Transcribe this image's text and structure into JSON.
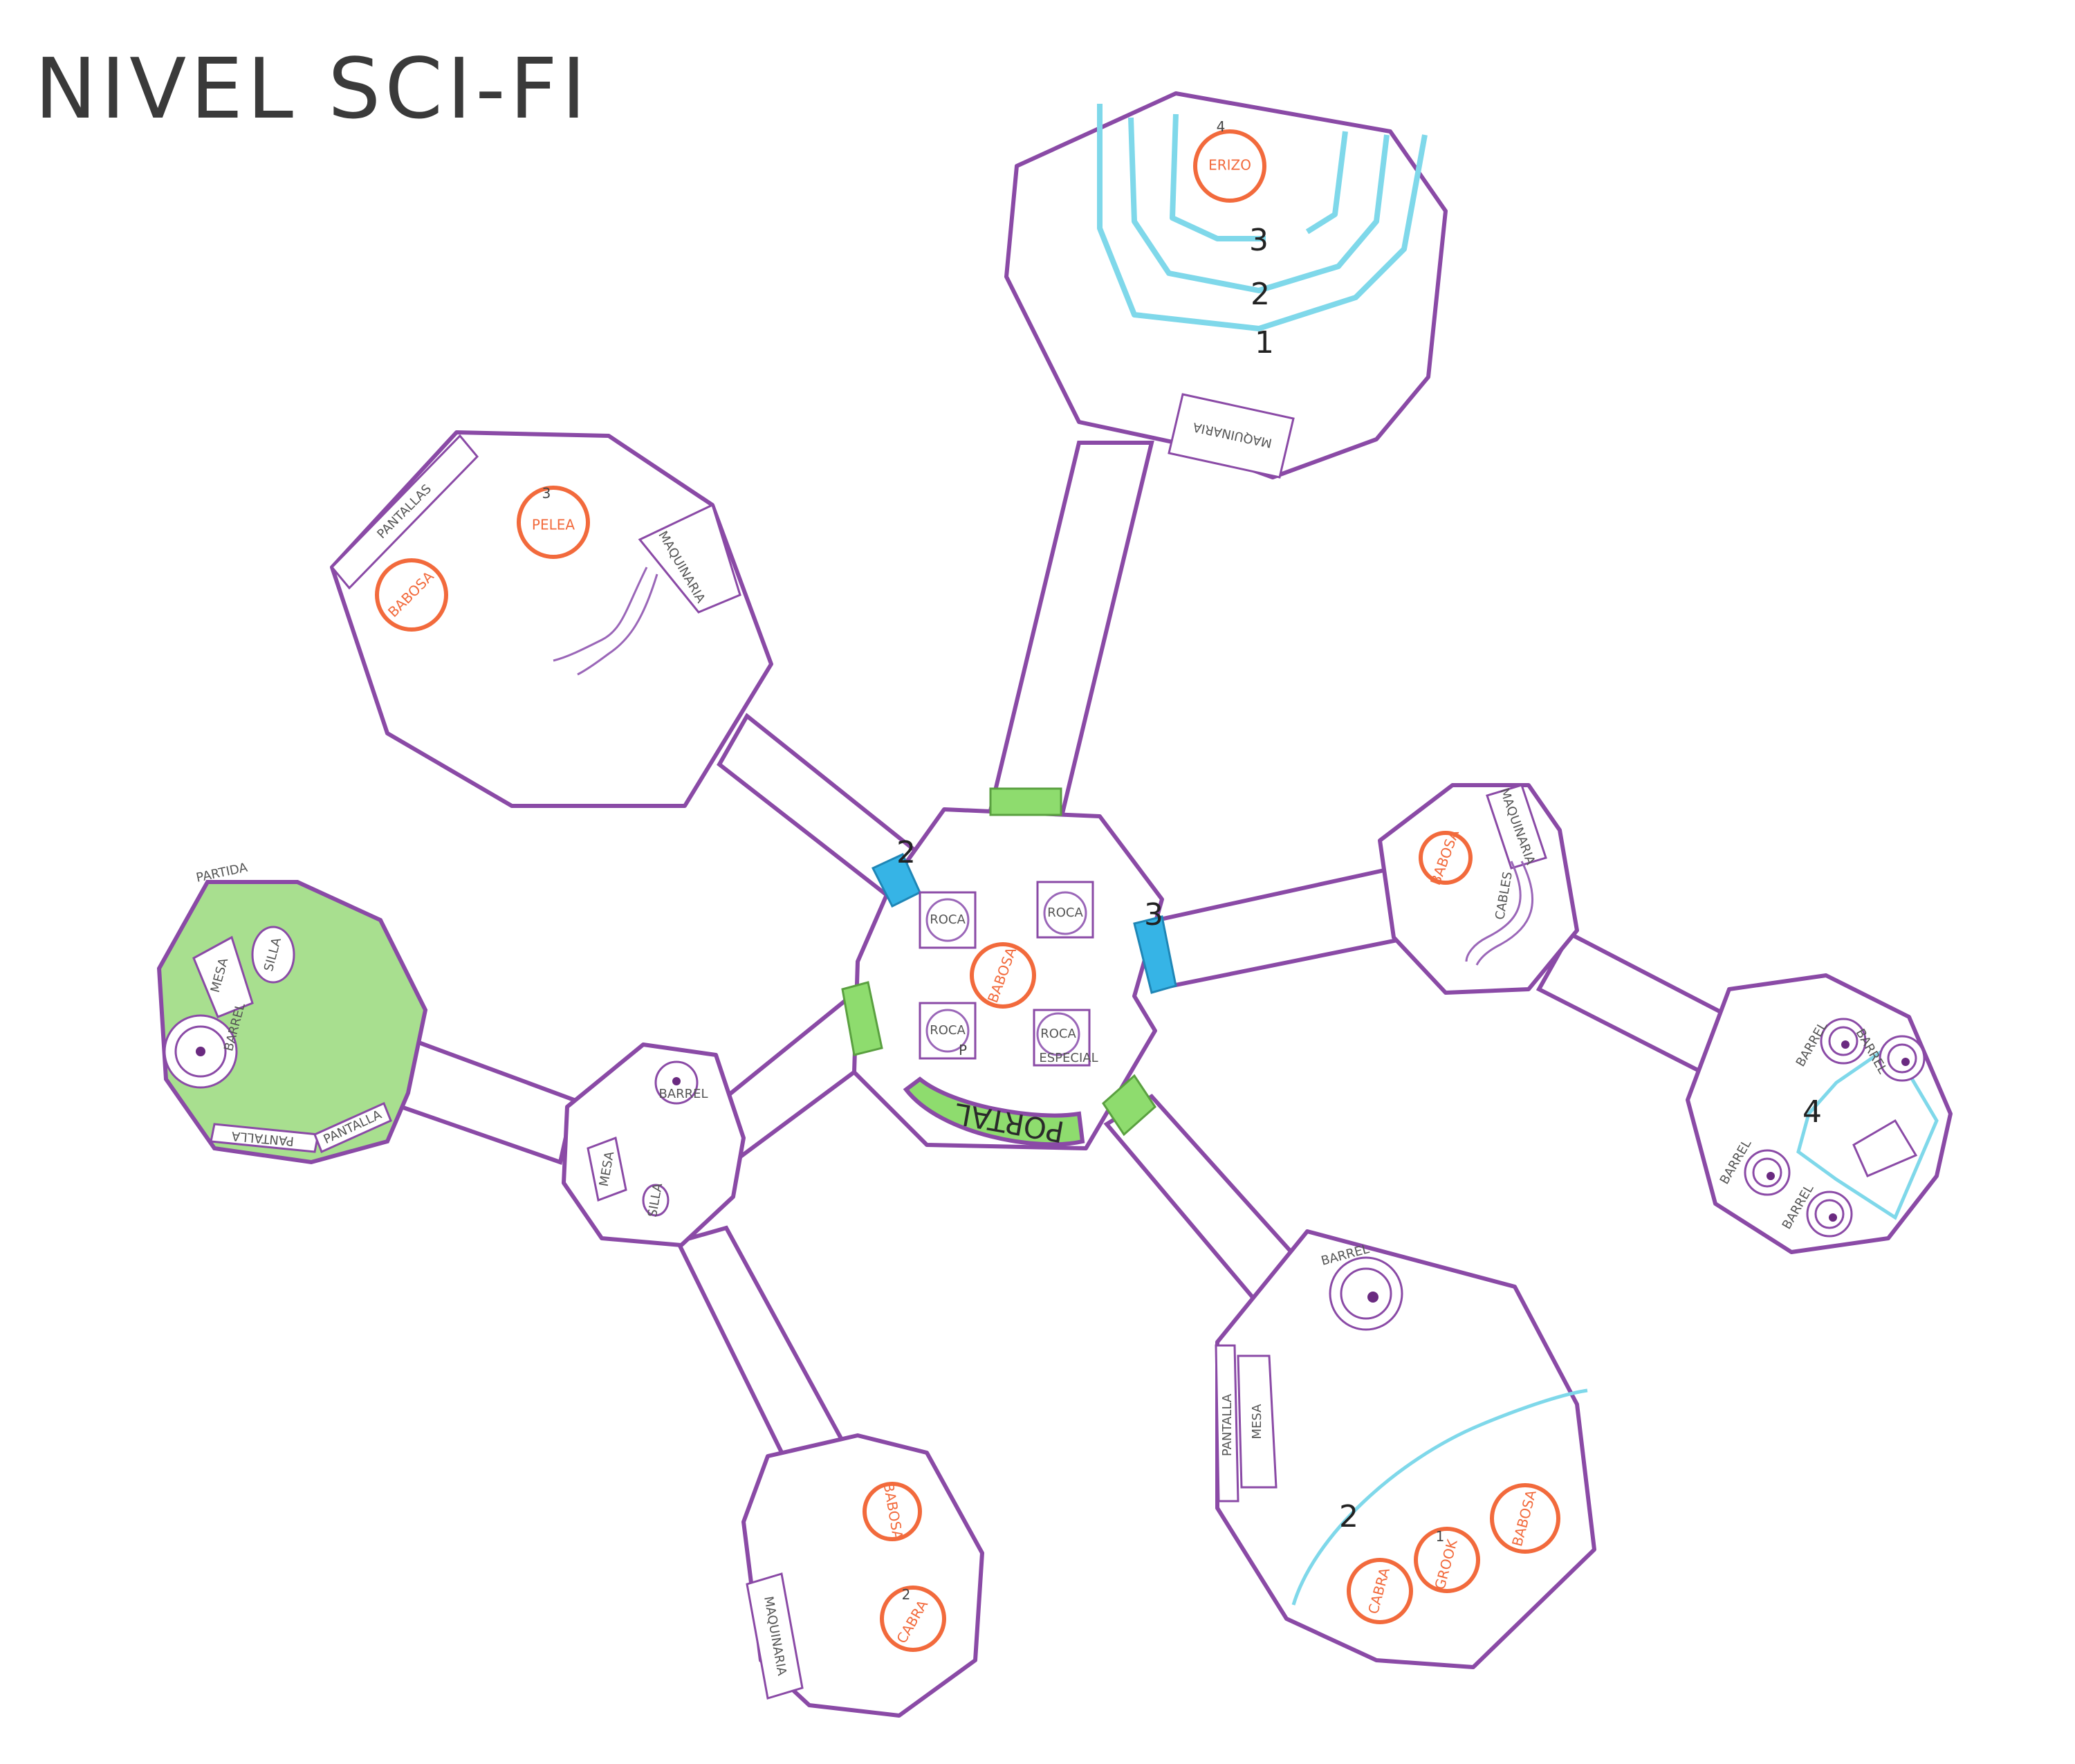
{
  "title": "NIVEL SCI-FI",
  "start_label": "PARTIDA",
  "rooms": {
    "top": {
      "steps": [
        "1",
        "2",
        "3",
        "4"
      ],
      "enemy": "ERIZO",
      "machinery": "MAQUINARIA"
    },
    "upper_left": {
      "screens": "PANTALLAS",
      "machinery": "MAQUINARIA",
      "enemies": [
        {
          "name": "PELEA",
          "count": "3"
        },
        {
          "name": "BABOSA",
          "count": ""
        }
      ]
    },
    "center": {
      "boxes": [
        "ROCA",
        "ROCA",
        "ROCA",
        "ROCA"
      ],
      "box_count": "P",
      "special": "ESPECIAL",
      "enemy": "BABOSA",
      "portal": "PORTAL",
      "door_left_number": "2",
      "door_right_number": "3"
    },
    "start": {
      "table": "MESA",
      "chair": "SILLA",
      "barrel": "BARREL",
      "screen_a": "PANTALLA",
      "screen_b": "PANTALLA"
    },
    "small_left": {
      "barrel": "BARREL",
      "table": "MESA",
      "chair": "SILLA"
    },
    "right_small": {
      "machinery": "MAQUINARIA",
      "cables": "CABLES",
      "enemy": "BABOSA"
    },
    "far_right": {
      "number": "4",
      "barrels": [
        "BARREL",
        "BARREL",
        "BARREL",
        "BARREL"
      ]
    },
    "lower_right": {
      "barrel": "BARREL",
      "screen": "PANTALLA",
      "table": "MESA",
      "number": "2",
      "enemies": [
        {
          "name": "CABRA",
          "count": ""
        },
        {
          "name": "GROOK",
          "count": "1"
        },
        {
          "name": "BABOSA",
          "count": ""
        }
      ]
    },
    "bottom_left": {
      "machinery": "MAQUINARIA",
      "enemies": [
        {
          "name": "BABOSA",
          "count": ""
        },
        {
          "name": "CABRA",
          "count": "2"
        }
      ]
    }
  },
  "colors": {
    "room_outline": "#8a4aa6",
    "enemy": "#f26a3c",
    "door_green": "#8edc6e",
    "door_blue": "#36b4e6",
    "steps": "#7fd8ea",
    "start_room": "#a8df8f"
  }
}
